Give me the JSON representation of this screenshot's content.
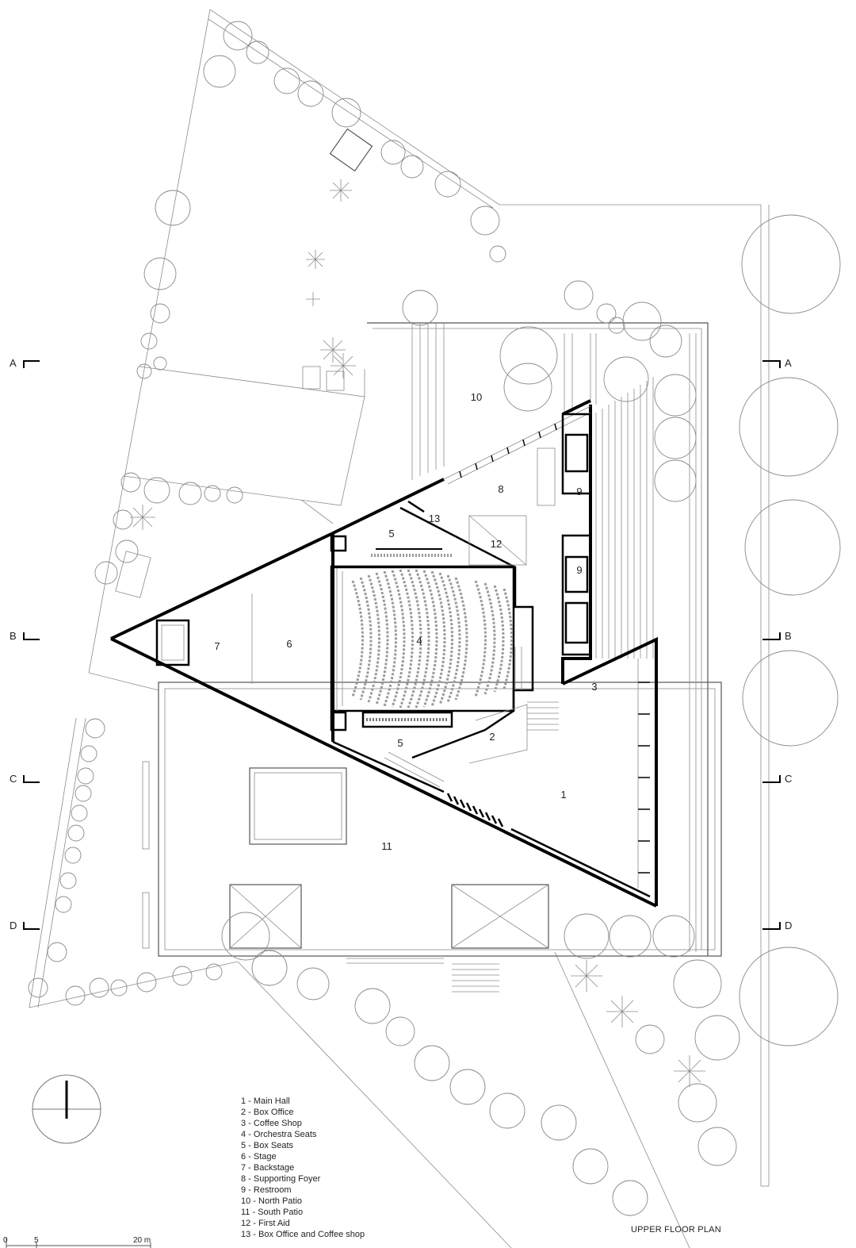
{
  "section_markers": {
    "left": [
      "A",
      "B",
      "C",
      "D"
    ],
    "right": [
      "A",
      "B",
      "C",
      "D"
    ]
  },
  "rooms": {
    "r1": "1",
    "r2": "2",
    "r3": "3",
    "r4": "4",
    "r5a": "5",
    "r5b": "5",
    "r6": "6",
    "r7": "7",
    "r8": "8",
    "r9a": "9",
    "r9b": "9",
    "r10": "10",
    "r11": "11",
    "r12": "12",
    "r13": "13"
  },
  "legend": [
    "1 - Main Hall",
    "2 - Box Office",
    "3 - Coffee Shop",
    "4 - Orchestra Seats",
    "5 - Box Seats",
    "6 - Stage",
    "7 - Backstage",
    "8 - Supporting Foyer",
    "9 - Restroom",
    "10 - North Patio",
    "11 - South Patio",
    "12 - First Aid",
    "13 - Box Office and Coffee shop"
  ],
  "scale_bar": {
    "labels": [
      "0",
      "5",
      "20 m"
    ]
  },
  "title": "UPPER FLOOR PLAN"
}
